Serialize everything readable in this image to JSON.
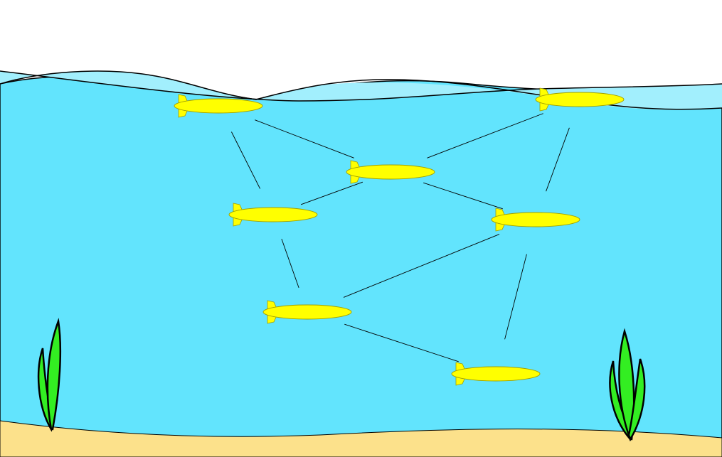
{
  "colors": {
    "sky": "#ffffff",
    "water": "#62e4fd",
    "surface_wave": "#a2effd",
    "sand": "#fce18b",
    "vehicle": "#ffff00",
    "vehicle_outline": "#a0a000",
    "link": "#000000",
    "seaweed": "#33ee22",
    "seaweed_outline": "#000000"
  },
  "vehicles": [
    {
      "id": "auv-1"
    },
    {
      "id": "auv-2"
    },
    {
      "id": "auv-3"
    },
    {
      "id": "auv-4"
    },
    {
      "id": "auv-5"
    },
    {
      "id": "auv-6"
    },
    {
      "id": "auv-7"
    }
  ],
  "links": [
    {
      "from": "auv-1",
      "to": "auv-3"
    },
    {
      "from": "auv-1",
      "to": "auv-4"
    },
    {
      "from": "auv-2",
      "to": "auv-3"
    },
    {
      "from": "auv-2",
      "to": "auv-5"
    },
    {
      "from": "auv-3",
      "to": "auv-4"
    },
    {
      "from": "auv-3",
      "to": "auv-5"
    },
    {
      "from": "auv-4",
      "to": "auv-6"
    },
    {
      "from": "auv-5",
      "to": "auv-6"
    },
    {
      "from": "auv-5",
      "to": "auv-7"
    },
    {
      "from": "auv-6",
      "to": "auv-7"
    }
  ],
  "seaweed": [
    {
      "id": "seaweed-left"
    },
    {
      "id": "seaweed-right"
    }
  ]
}
